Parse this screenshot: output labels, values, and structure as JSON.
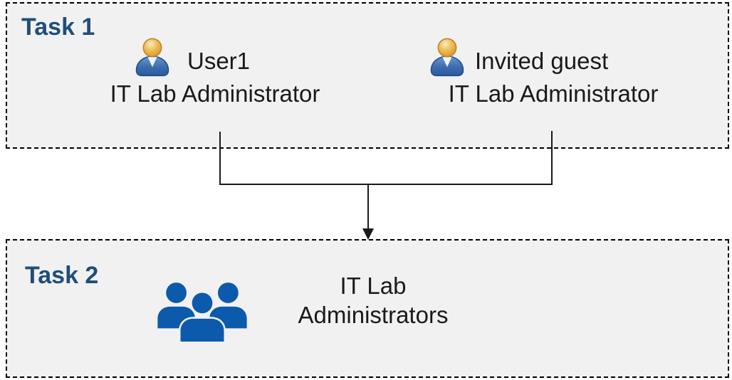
{
  "colors": {
    "task_label": "#1f4e79",
    "box_background": "#f1f1f1",
    "border": "#000000",
    "connector": "#1a1a1a",
    "text": "#1a1a1a",
    "group_icon_blue": "#0b5aab",
    "user_head_gold": "#e8ae48",
    "user_body_blue": "#3c6cb0"
  },
  "task1": {
    "label": "Task 1",
    "members": [
      {
        "name": "User1",
        "role": "IT Lab Administrator",
        "icon": "user-icon"
      },
      {
        "name": "Invited guest",
        "role": "IT Lab Administrator",
        "icon": "user-icon"
      }
    ]
  },
  "task2": {
    "label": "Task 2",
    "group": {
      "name": "IT Lab Administrators",
      "icon": "user-group-icon"
    }
  }
}
